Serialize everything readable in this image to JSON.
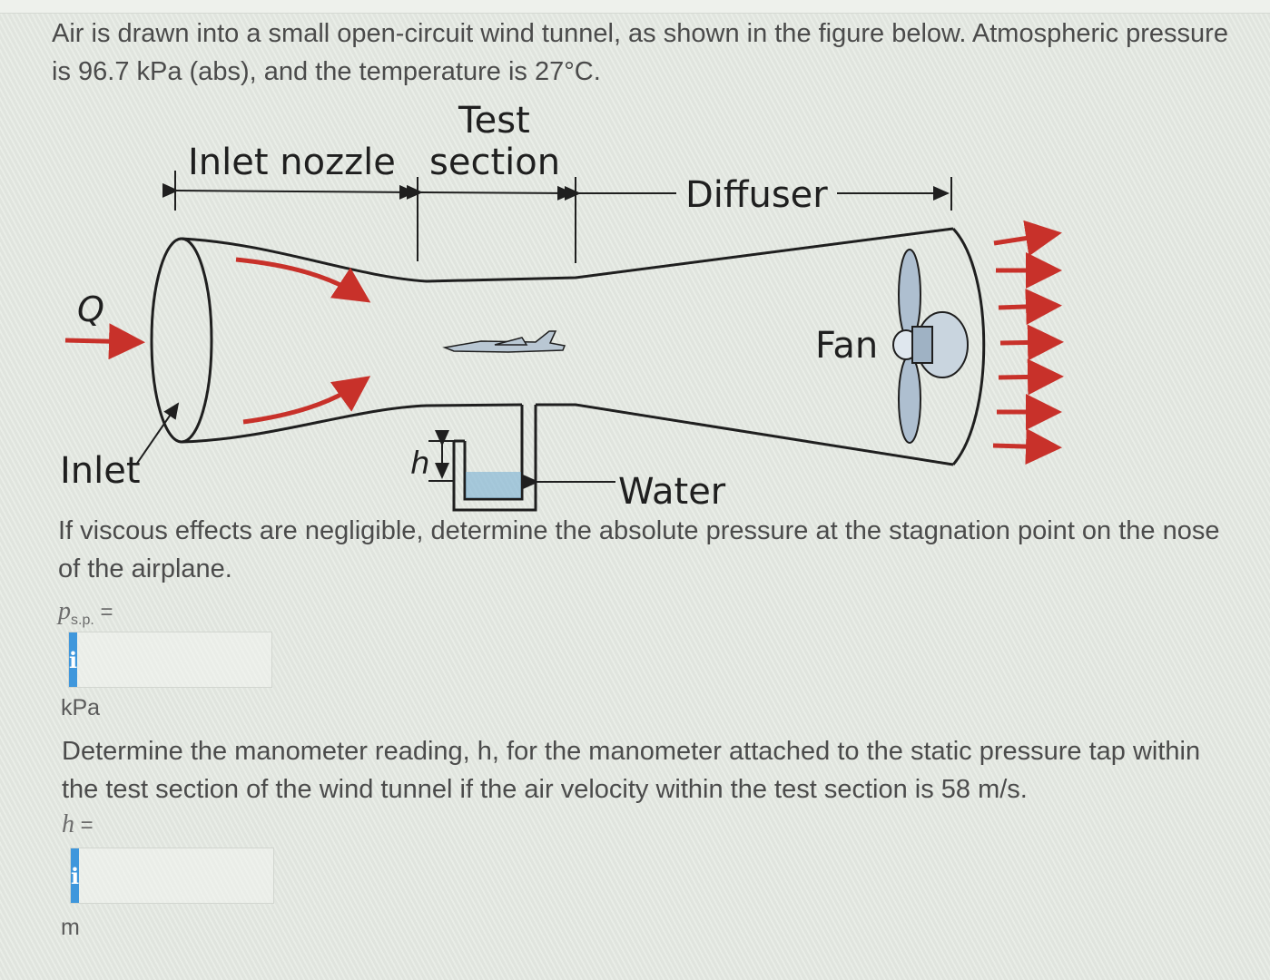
{
  "problem": {
    "intro": "Air is drawn into a small open-circuit wind tunnel, as shown in the figure below. Atmospheric pressure is 96.7 kPa (abs), and the temperature is 27°C.",
    "question1": "If viscous effects are negligible, determine the absolute pressure at the stagnation point on the nose of the airplane.",
    "question2_line1": "Determine the manometer reading, h, for the manometer attached to the static pressure tap within",
    "question2_line2": "the test section of the wind tunnel if the air velocity within the test section is 58 m/s."
  },
  "figure": {
    "label_test": "Test",
    "label_inlet_nozzle": "Inlet nozzle",
    "label_section": "section",
    "label_diffuser": "Diffuser",
    "label_q": "Q",
    "label_fan": "Fan",
    "label_inlet": "Inlet",
    "label_h": "h",
    "label_water": "Water",
    "flow_arrow_color": "#c8312a"
  },
  "answers": [
    {
      "var": "p",
      "subscript": "s.p.",
      "equals": "=",
      "value": "",
      "unit": "kPa",
      "info_icon": "i"
    },
    {
      "var": "h",
      "subscript": "",
      "equals": "=",
      "value": "",
      "unit": "m",
      "info_icon": "i"
    }
  ],
  "colors": {
    "info_button": "#3f97dc",
    "text": "#4b4b4b"
  }
}
